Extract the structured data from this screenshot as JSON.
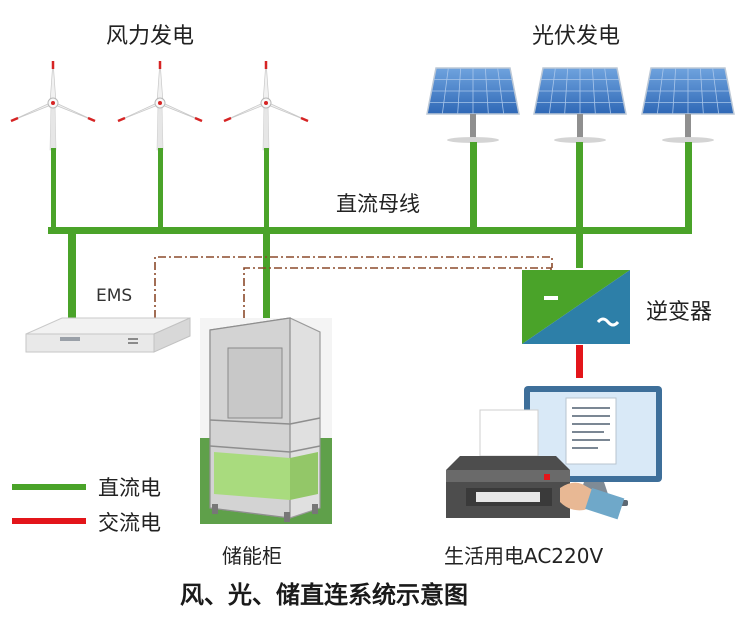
{
  "labels": {
    "wind": "风力发电",
    "pv": "光伏发电",
    "dc_bus": "直流母线",
    "ems": "EMS",
    "inverter": "逆变器",
    "storage": "储能柜",
    "load": "生活用电AC220V",
    "title": "风、光、储直连系统示意图"
  },
  "legend": {
    "dc": "直流电",
    "ac": "交流电",
    "dc_color": "#4aa329",
    "ac_color": "#e3151a"
  },
  "colors": {
    "dc_line": "#4aa329",
    "ac_line": "#e3151a",
    "signal_line": "#8b4a2b",
    "inverter_green": "#4aa329",
    "inverter_blue": "#2d7fa8"
  },
  "icons": {
    "wind_turbine": "wind-turbine-icon",
    "solar_panel": "solar-panel-icon",
    "ems_device": "ems-device-icon",
    "inverter": "inverter-icon",
    "storage_cabinet": "storage-cabinet-icon",
    "load": "printer-computer-icon"
  },
  "inverter_symbols": {
    "dc": "-",
    "ac": "~"
  }
}
